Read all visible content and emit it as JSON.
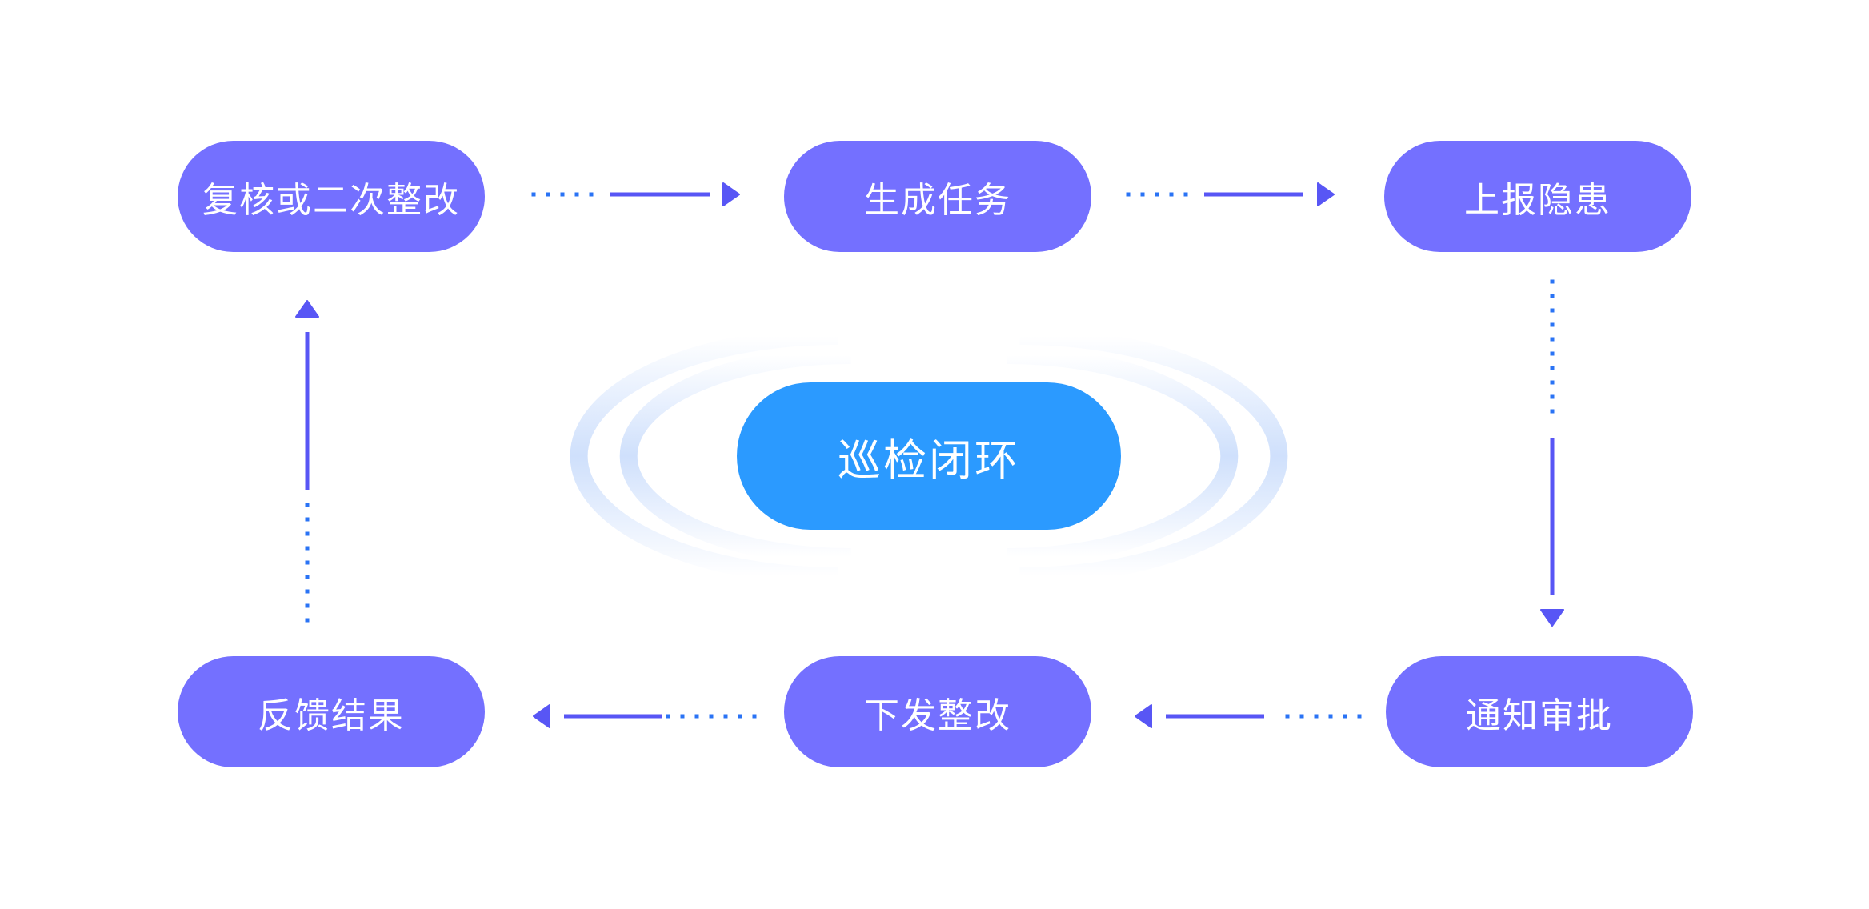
{
  "diagram": {
    "title": "巡检闭环",
    "colors": {
      "step_fill": "#7470FF",
      "center_fill": "#2B9AFF",
      "ring": "#CFE0FC",
      "solid_line": "#5856F5",
      "dotted_line": "#2A73F5",
      "text": "#FFFFFF"
    },
    "center": {
      "label": "巡检闭环"
    },
    "steps": [
      {
        "id": "review",
        "label": "复核或二次整改"
      },
      {
        "id": "generate",
        "label": "生成任务"
      },
      {
        "id": "report",
        "label": "上报隐患"
      },
      {
        "id": "notify",
        "label": "通知审批"
      },
      {
        "id": "issue",
        "label": "下发整改"
      },
      {
        "id": "feedback",
        "label": "反馈结果"
      }
    ],
    "flow": [
      {
        "from": "review",
        "to": "generate",
        "direction": "right"
      },
      {
        "from": "generate",
        "to": "report",
        "direction": "right"
      },
      {
        "from": "report",
        "to": "notify",
        "direction": "down"
      },
      {
        "from": "notify",
        "to": "issue",
        "direction": "left"
      },
      {
        "from": "issue",
        "to": "feedback",
        "direction": "left"
      },
      {
        "from": "feedback",
        "to": "review",
        "direction": "up"
      }
    ]
  }
}
